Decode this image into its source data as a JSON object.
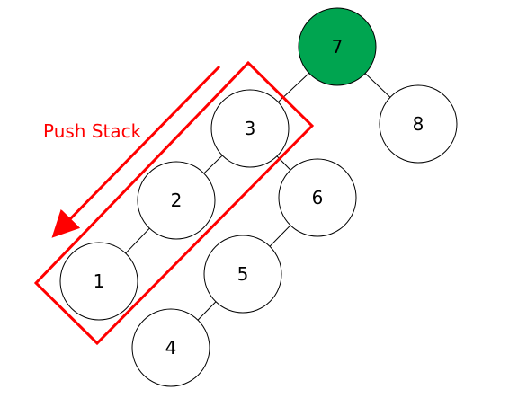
{
  "diagram": {
    "annotation": {
      "text": "Push Stack"
    },
    "colors": {
      "highlight_fill": "#00A550",
      "node_fill": "#FFFFFF",
      "node_stroke": "#000000",
      "edge": "#000000",
      "annotation": "#FF0000"
    },
    "nodes": [
      {
        "id": "n7",
        "label": "7",
        "highlighted": true
      },
      {
        "id": "n3",
        "label": "3",
        "highlighted": false
      },
      {
        "id": "n8",
        "label": "8",
        "highlighted": false
      },
      {
        "id": "n2",
        "label": "2",
        "highlighted": false
      },
      {
        "id": "n6",
        "label": "6",
        "highlighted": false
      },
      {
        "id": "n1",
        "label": "1",
        "highlighted": false
      },
      {
        "id": "n5",
        "label": "5",
        "highlighted": false
      },
      {
        "id": "n4",
        "label": "4",
        "highlighted": false
      }
    ],
    "edges": [
      {
        "from": "n7",
        "to": "n3"
      },
      {
        "from": "n7",
        "to": "n8"
      },
      {
        "from": "n3",
        "to": "n2"
      },
      {
        "from": "n3",
        "to": "n6"
      },
      {
        "from": "n2",
        "to": "n1"
      },
      {
        "from": "n6",
        "to": "n5"
      },
      {
        "from": "n5",
        "to": "n4"
      }
    ],
    "stack_members": [
      "n3",
      "n2",
      "n1"
    ]
  }
}
